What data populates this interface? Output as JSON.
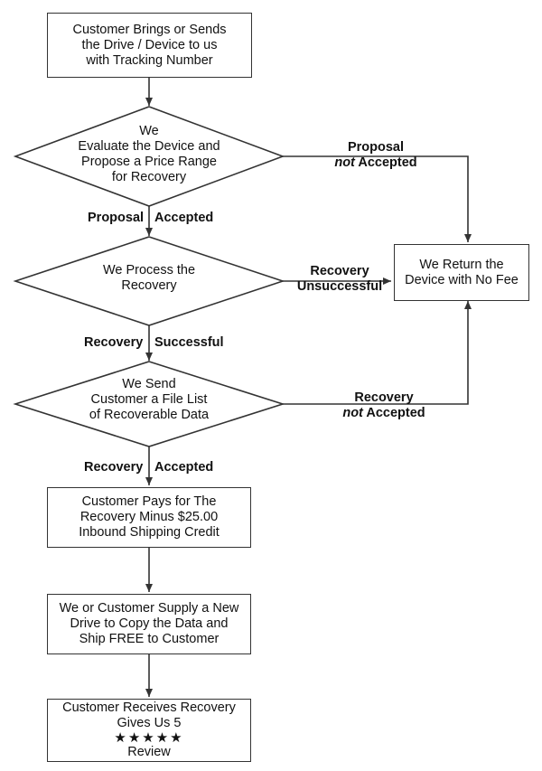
{
  "nodes": {
    "start": [
      "Customer Brings or Sends",
      "the Drive / Device to us",
      "with Tracking Number"
    ],
    "evaluate": [
      "We",
      "Evaluate the Device and",
      "Propose a Price Range",
      "for Recovery"
    ],
    "process": [
      "We Process the",
      "Recovery"
    ],
    "send_list": [
      "We Send",
      "Customer a File List",
      "of Recoverable Data"
    ],
    "return_device": [
      "We Return the",
      "Device with No Fee"
    ],
    "pay": [
      "Customer Pays for The",
      "Recovery Minus $25.00",
      "Inbound Shipping Credit"
    ],
    "supply": [
      "We or Customer Supply a New",
      "Drive to Copy the Data and",
      "Ship FREE to Customer"
    ],
    "receive": {
      "line1": "Customer Receives Recovery",
      "line2": "Gives Us 5",
      "stars": "★★★★★",
      "line3": "Review"
    }
  },
  "edge_labels": {
    "proposal_accepted": {
      "a": "Proposal",
      "b": "Accepted"
    },
    "proposal_not_accepted": {
      "line1": "Proposal",
      "not": "not",
      "accepted": " Accepted"
    },
    "recovery_unsuccessful": {
      "line1": "Recovery",
      "line2": "Unsuccessful"
    },
    "recovery_successful": {
      "a": "Recovery",
      "b": "Successful"
    },
    "recovery_not_accepted": {
      "line1": "Recovery",
      "not": "not",
      "accepted": " Accepted"
    },
    "recovery_accepted": {
      "a": "Recovery",
      "b": "Accepted"
    }
  },
  "colors": {
    "stroke": "#333333",
    "text": "#111111",
    "background": "#ffffff"
  }
}
